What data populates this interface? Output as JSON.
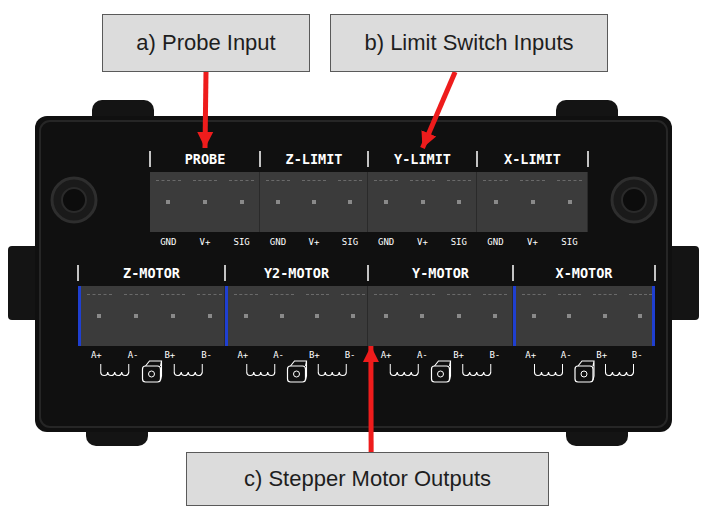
{
  "diagram": {
    "nodes": [
      {
        "text": [
          "a) Probe Input"
        ]
      },
      {
        "text": [
          "b) Limit Switch Inputs"
        ]
      },
      {
        "text": [
          "PROBE"
        ]
      },
      {
        "text": [
          "Z-LIMIT"
        ]
      },
      {
        "text": [
          "Y-LIMIT"
        ]
      },
      {
        "text": [
          "X-LIMIT"
        ]
      },
      {
        "text": [
          "Z-MOTOR"
        ]
      },
      {
        "text": [
          "Y2-MOTOR"
        ]
      },
      {
        "text": [
          "Y-MOTOR"
        ]
      },
      {
        "text": [
          "X-MOTOR"
        ]
      },
      {
        "text": [
          "c) Stepper Motor Outputs"
        ]
      }
    ],
    "edges": [
      {
        "from": 0,
        "to": 2,
        "arrow": "to"
      },
      {
        "from": 1,
        "to": 4,
        "arrow": "to"
      },
      {
        "from": 10,
        "to": 8,
        "arrow": "to"
      }
    ],
    "labels": [
      "GND",
      "V+",
      "SIG",
      "GND",
      "V+",
      "SIG",
      "GND",
      "V+",
      "SIG",
      "GND",
      "V+",
      "SIG",
      "A+",
      "A-",
      "B+",
      "B-",
      "A+",
      "A-",
      "B+",
      "B-",
      "A+",
      "A-",
      "B+",
      "B-",
      "A+",
      "A-",
      "B+",
      "B-"
    ]
  }
}
